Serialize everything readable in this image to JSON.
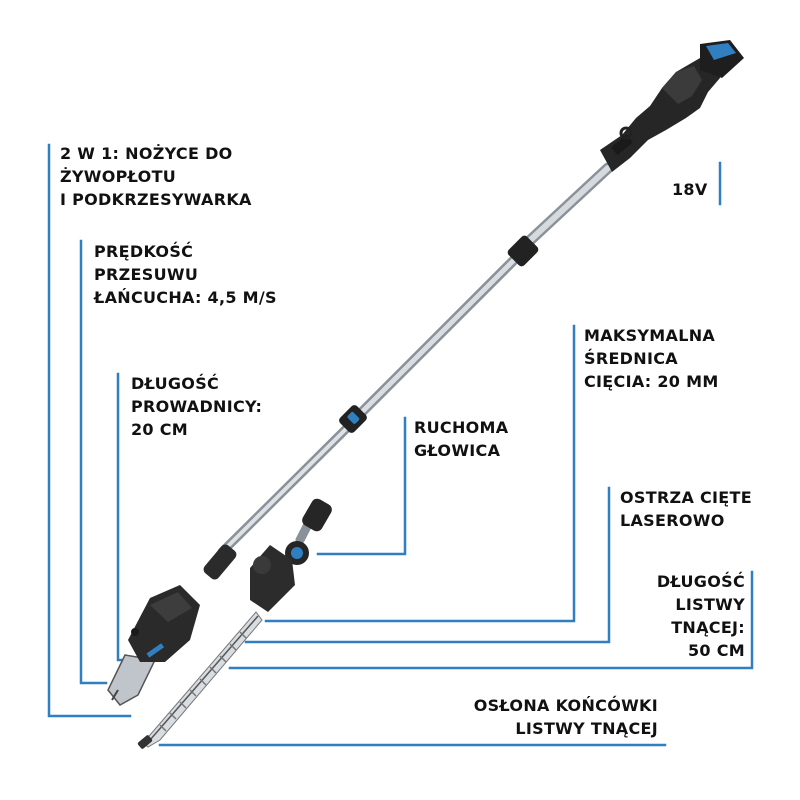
{
  "colors": {
    "accent": "#2f7fc1",
    "text": "#111111",
    "tool_body": "#2a2a2a",
    "shaft": "#b9c0c6"
  },
  "features": [
    {
      "id": "2in1",
      "lines": [
        "2 W 1: NOŻYCE DO",
        "ŻYWOPŁOTU",
        "I PODKRZESYWARKA"
      ]
    },
    {
      "id": "chain_speed",
      "lines": [
        "PRĘDKOŚĆ",
        "PRZESUWU",
        "ŁAŃCUCHA: 4,5 M/S"
      ]
    },
    {
      "id": "guide_length",
      "lines": [
        "DŁUGOŚĆ",
        "PROWADNICY:",
        "20 CM"
      ]
    },
    {
      "id": "movable_head",
      "lines": [
        "RUCHOMA",
        "GŁOWICA"
      ]
    },
    {
      "id": "max_diameter",
      "lines": [
        "MAKSYMALNA",
        "ŚREDNICA",
        "CIĘCIA: 20 MM"
      ]
    },
    {
      "id": "laser_blades",
      "lines": [
        "OSTRZA CIĘTE",
        "LASEROWO"
      ]
    },
    {
      "id": "blade_length",
      "lines": [
        "DŁUGOŚĆ",
        "LISTWY",
        "TNĄCEJ:",
        "50 CM"
      ]
    },
    {
      "id": "tip_guard",
      "lines": [
        "OSŁONA KOŃCÓWKI",
        "LISTWY TNĄCEJ"
      ]
    },
    {
      "id": "voltage",
      "lines": [
        "18V"
      ]
    }
  ]
}
